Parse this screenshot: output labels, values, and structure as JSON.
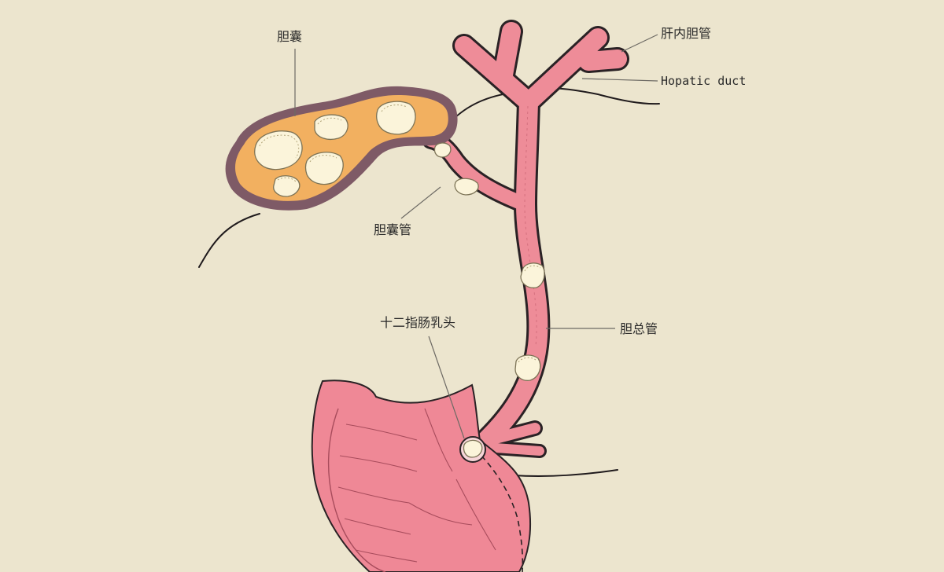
{
  "labels": {
    "gallbladder": "胆囊",
    "intrahepatic_duct": "肝内胆管",
    "hepatic_duct": "Hopatic duct",
    "cystic_duct": "胆囊管",
    "duodenal_papilla": "十二指肠乳头",
    "common_bile_duct": "胆总管"
  },
  "colors": {
    "background": "#ECE5CE",
    "gallbladder_fill": "#F2B060",
    "gallbladder_wall": "#7E5A66",
    "duct_fill": "#EE8C98",
    "duct_wall": "#7A3F4D",
    "duodenum_fill": "#EF8896",
    "stone_fill": "#FBF4DA",
    "outline": "#1F1A1C"
  }
}
